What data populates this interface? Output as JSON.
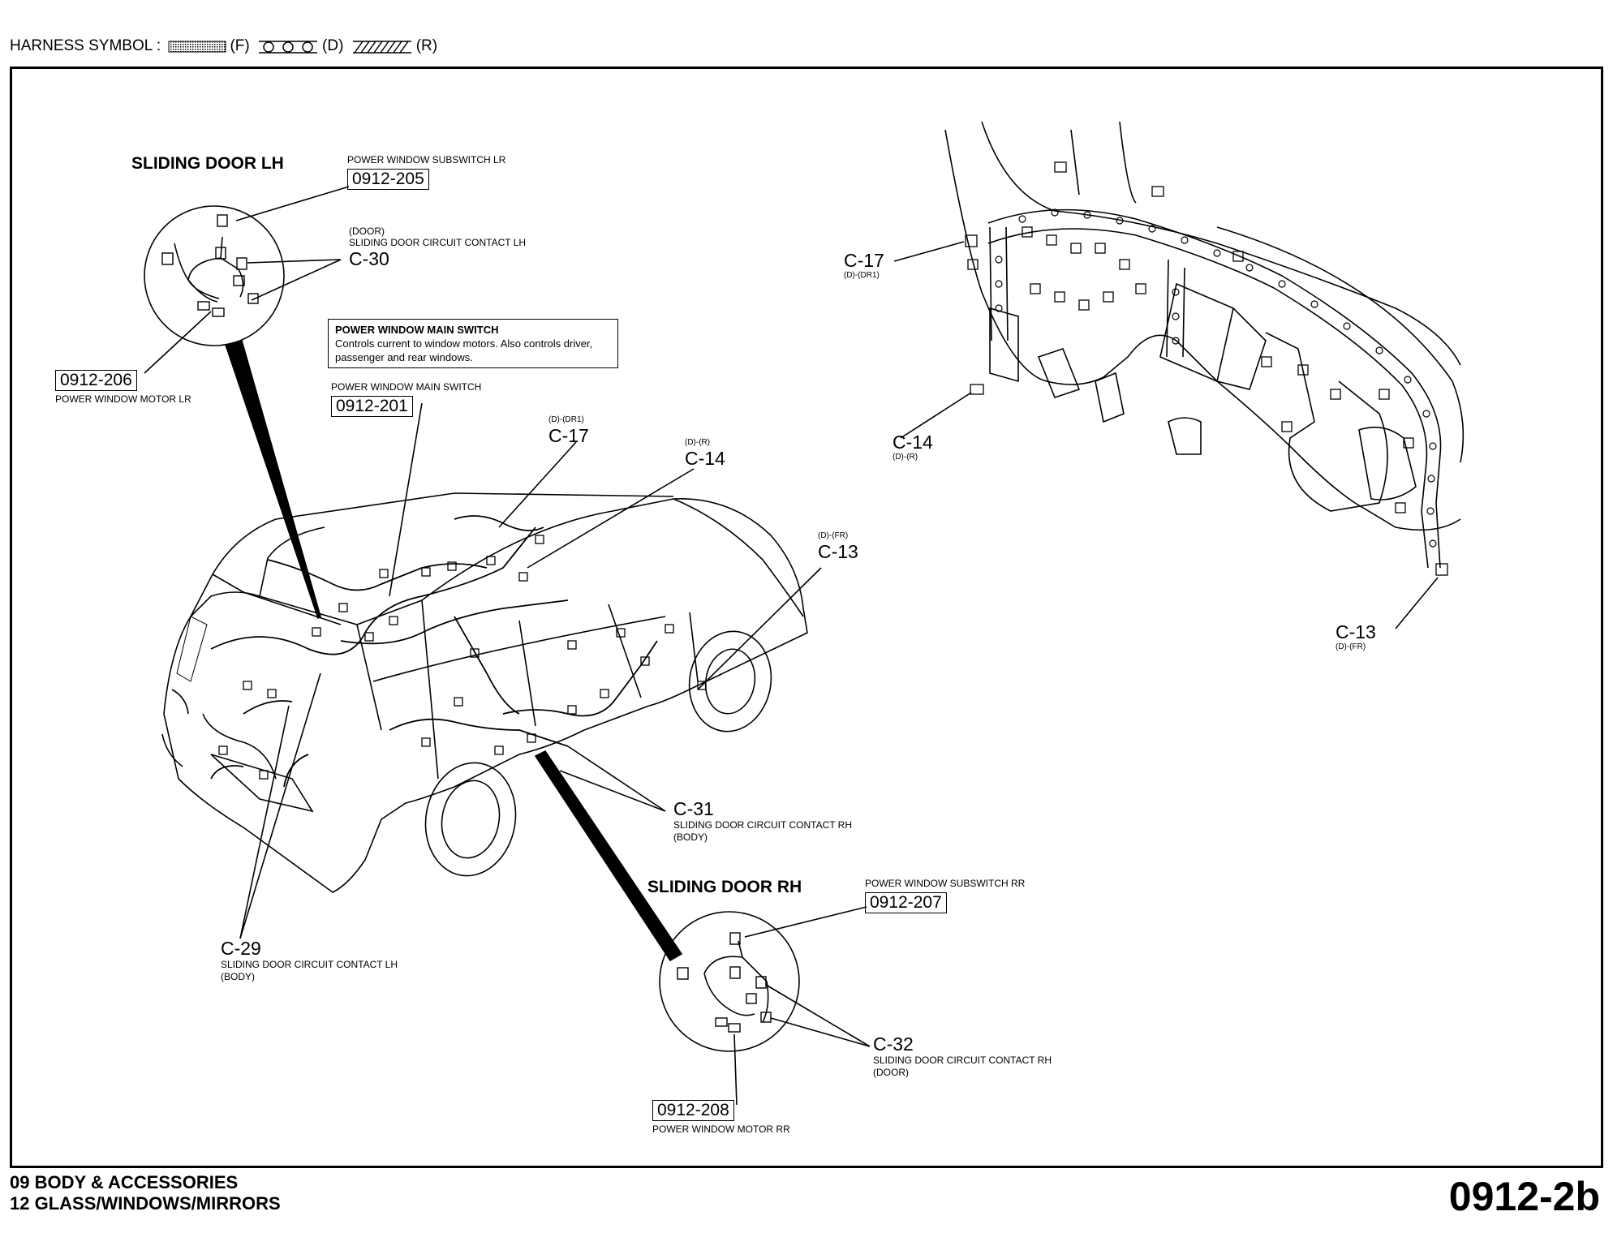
{
  "legend": {
    "prefix": "HARNESS SYMBOL :",
    "f": "(F)",
    "d": "(D)",
    "r": "(R)"
  },
  "sliding_lh": {
    "title": "SLIDING DOOR LH",
    "subswitch_label": "POWER WINDOW SUBSWITCH LR",
    "subswitch_code": "0912-205",
    "c30_qual": "(DOOR)",
    "c30_label": "SLIDING DOOR CIRCUIT CONTACT LH",
    "c30_code": "C-30",
    "motor_code": "0912-206",
    "motor_label": "POWER WINDOW MOTOR LR"
  },
  "main_switch": {
    "title": "POWER WINDOW MAIN SWITCH",
    "desc": "Controls current to window motors. Also controls driver, passenger and rear windows.",
    "label": "POWER WINDOW MAIN SWITCH",
    "code": "0912-201"
  },
  "connectors": {
    "c17_qual": "(D)-(DR1)",
    "c17": "C-17",
    "c14_qual": "(D)-(R)",
    "c14": "C-14",
    "c13_qual": "(D)-(FR)",
    "c13": "C-13",
    "c31": "C-31",
    "c31_label": "SLIDING DOOR CIRCUIT CONTACT RH",
    "c31_qual": "(BODY)",
    "c29": "C-29",
    "c29_label": "SLIDING DOOR CIRCUIT CONTACT LH",
    "c29_qual": "(BODY)"
  },
  "dash": {
    "c17": "C-17",
    "c17_qual": "(D)-(DR1)",
    "c14": "C-14",
    "c14_qual": "(D)-(R)",
    "c13": "C-13",
    "c13_qual": "(D)-(FR)"
  },
  "sliding_rh": {
    "title": "SLIDING DOOR RH",
    "subswitch_label": "POWER WINDOW SUBSWITCH RR",
    "subswitch_code": "0912-207",
    "c32_code": "C-32",
    "c32_label": "SLIDING DOOR CIRCUIT CONTACT RH",
    "c32_qual": "(DOOR)",
    "motor_code": "0912-208",
    "motor_label": "POWER WINDOW MOTOR RR"
  },
  "footer": {
    "line1": "09  BODY & ACCESSORIES",
    "line2": "12  GLASS/WINDOWS/MIRRORS",
    "page_code": "0912-2b"
  }
}
